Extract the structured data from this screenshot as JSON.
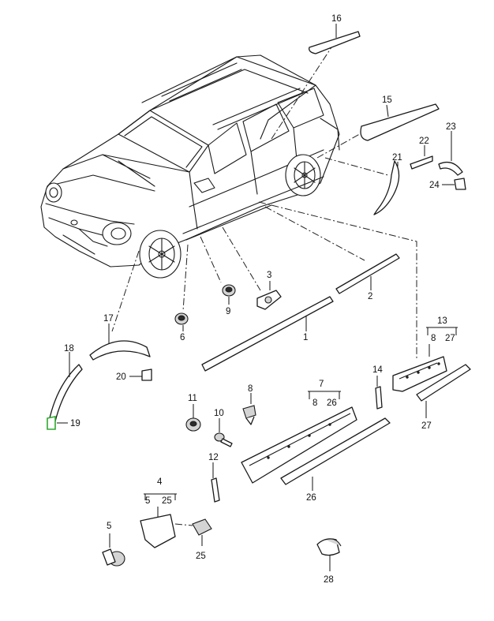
{
  "callouts": {
    "c1": "1",
    "c2": "2",
    "c3": "3",
    "c4": "4",
    "c5": "5",
    "c6": "6",
    "c8": "8",
    "c9": "9",
    "c10": "10",
    "c11": "11",
    "c12": "12",
    "c13": "13",
    "c14": "14",
    "c15": "15",
    "c16": "16",
    "c17": "17",
    "c18": "18",
    "c19": "19",
    "c20": "20",
    "c21": "21",
    "c22": "22",
    "c23": "23",
    "c24": "24",
    "c25": "25",
    "c26": "26",
    "c27": "27",
    "c28": "28",
    "g4": {
      "head": "4",
      "a": "5",
      "b": "25"
    },
    "g7": {
      "head": "7",
      "a": "8",
      "b": "26"
    },
    "g13": {
      "head": "13",
      "a": "8",
      "b": "27"
    }
  },
  "colors": {
    "line": "#1a1a1a",
    "highlight": "#2eaa2e",
    "background": "#ffffff"
  }
}
